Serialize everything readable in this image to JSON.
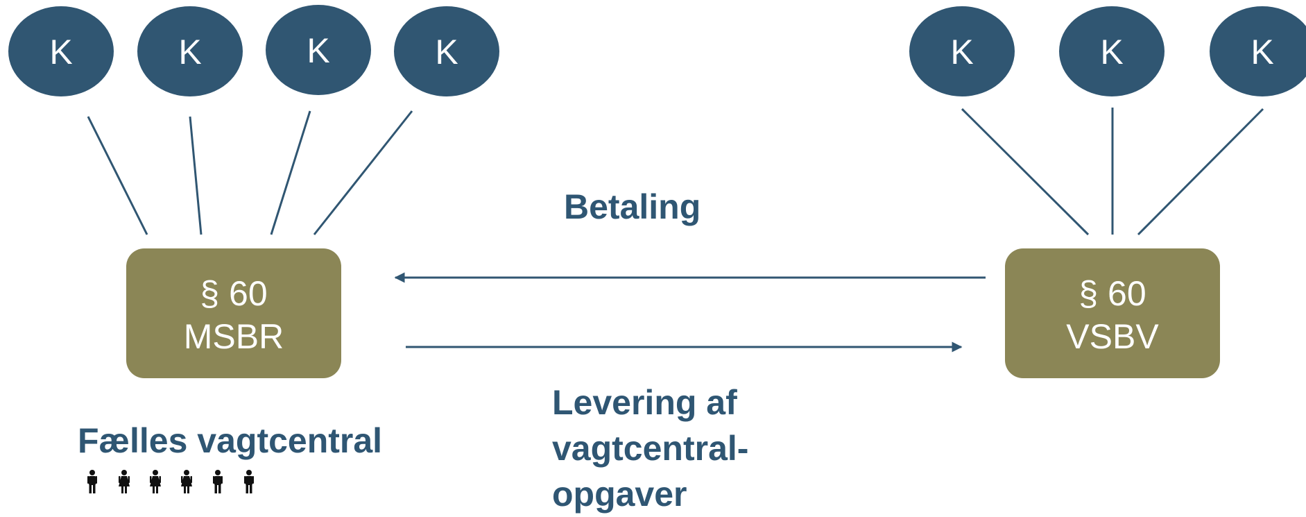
{
  "colors": {
    "ellipse_fill": "#305672",
    "box_fill": "#8b8656",
    "line": "#305672",
    "label": "#2f5673",
    "node_text": "#ffffff",
    "person_icon": "#111111"
  },
  "left_group": {
    "k_nodes": [
      "K",
      "K",
      "K",
      "K"
    ],
    "box": {
      "line1": "§ 60",
      "line2": "MSBR"
    },
    "caption": "Fælles vagtcentral",
    "person_icons": [
      "male-person-icon",
      "female-person-icon",
      "female-person-icon",
      "female-person-icon",
      "male-person-icon",
      "male-person-icon"
    ]
  },
  "right_group": {
    "k_nodes": [
      "K",
      "K",
      "K"
    ],
    "box": {
      "line1": "§ 60",
      "line2": "VSBV"
    }
  },
  "arrows": {
    "top_label": "Betaling",
    "bottom_label": [
      "Levering af",
      "vagtcentral-",
      "opgaver"
    ]
  }
}
